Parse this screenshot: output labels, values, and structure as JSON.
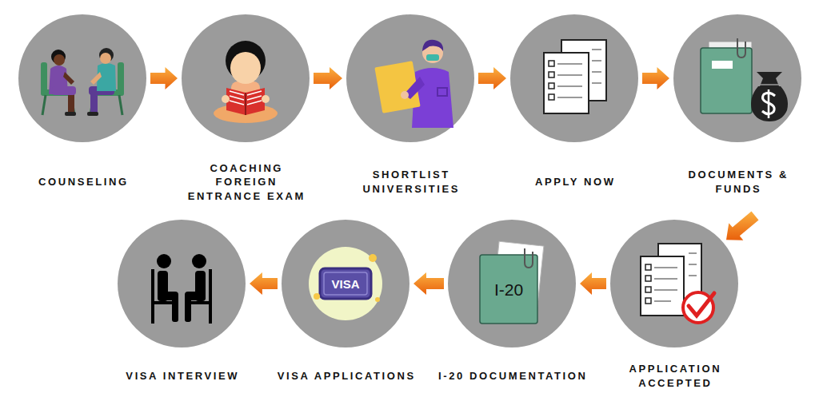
{
  "diagram": {
    "nodes": [
      {
        "text": [
          "COUNSELING"
        ]
      },
      {
        "text": [
          "COACHING FOREIGN ENTRANCE EXAM"
        ]
      },
      {
        "text": [
          "SHORTLIST UNIVERSITIES"
        ]
      },
      {
        "text": [
          "APPLY NOW"
        ]
      },
      {
        "text": [
          "DOCUMENTS & FUNDS"
        ]
      },
      {
        "text": [
          "APPLICATION ACCEPTED"
        ]
      },
      {
        "text": [
          "I-20 DOCUMENTATION",
          "I-20"
        ]
      },
      {
        "text": [
          "VISA APPLICATIONS",
          "VISA"
        ]
      },
      {
        "text": [
          "VISA INTERVIEW"
        ]
      }
    ],
    "edges": [
      {
        "from": 0,
        "to": 1,
        "arrow": "to"
      },
      {
        "from": 1,
        "to": 2,
        "arrow": "to"
      },
      {
        "from": 2,
        "to": 3,
        "arrow": "to"
      },
      {
        "from": 3,
        "to": 4,
        "arrow": "to"
      },
      {
        "from": 4,
        "to": 5,
        "arrow": "to"
      },
      {
        "from": 5,
        "to": 6,
        "arrow": "to"
      },
      {
        "from": 6,
        "to": 7,
        "arrow": "to"
      },
      {
        "from": 7,
        "to": 8,
        "arrow": "to"
      }
    ]
  }
}
